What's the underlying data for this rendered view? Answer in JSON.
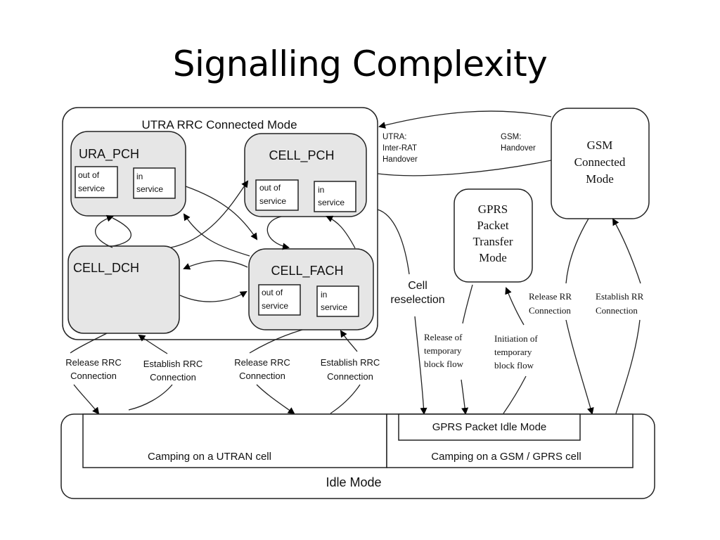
{
  "slide": {
    "title": "Signalling Complexity"
  },
  "diagram": {
    "utra_connected": {
      "title": "UTRA RRC Connected Mode",
      "states": {
        "ura_pch": {
          "name": "URA_PCH",
          "sub": [
            "out of",
            "service",
            "in",
            "service"
          ]
        },
        "cell_pch": {
          "name": "CELL_PCH",
          "sub": [
            "out of",
            "service",
            "in",
            "service"
          ]
        },
        "cell_dch": {
          "name": "CELL_DCH"
        },
        "cell_fach": {
          "name": "CELL_FACH",
          "sub": [
            "out of",
            "service",
            "in",
            "service"
          ]
        }
      }
    },
    "handover": {
      "utra_label": [
        "UTRA:",
        "Inter-RAT",
        "Handover"
      ],
      "gsm_label": [
        "GSM:",
        "Handover"
      ]
    },
    "gsm_connected": [
      "GSM",
      "Connected",
      "Mode"
    ],
    "gprs_transfer": [
      "GPRS",
      "Packet",
      "Transfer",
      "Mode"
    ],
    "cell_reselection": [
      "Cell",
      "reselection"
    ],
    "transitions": {
      "release_rrc_1": [
        "Release RRC",
        "Connection"
      ],
      "establish_rrc_1": [
        "Establish RRC",
        "Connection"
      ],
      "release_rrc_2": [
        "Release RRC",
        "Connection"
      ],
      "establish_rrc_2": [
        "Establish RRC",
        "Connection"
      ],
      "release_tbf": [
        "Release of",
        "temporary",
        "block flow"
      ],
      "initiation_tbf": [
        "Initiation of",
        "temporary",
        "block flow"
      ],
      "release_rr": [
        "Release RR",
        "Connection"
      ],
      "establish_rr": [
        "Establish RR",
        "Connection"
      ]
    },
    "idle": {
      "title": "Idle Mode",
      "utran_cell": "Camping on a UTRAN cell",
      "gsm_cell": "Camping on a GSM / GPRS cell",
      "gprs_idle": "GPRS Packet Idle Mode"
    }
  }
}
